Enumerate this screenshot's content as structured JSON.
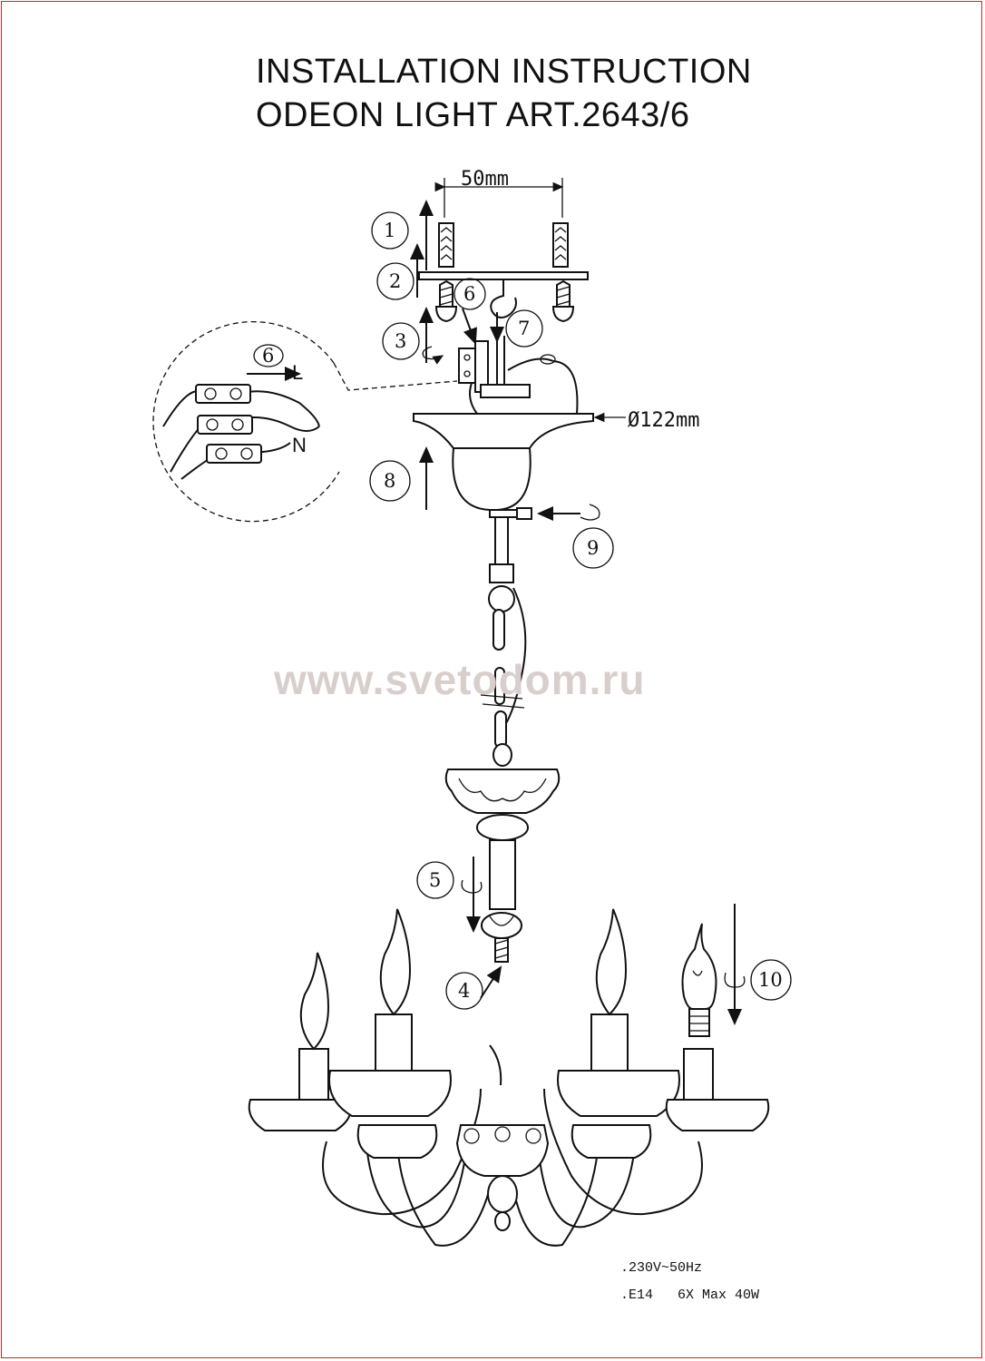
{
  "title": {
    "line1": "INSTALLATION INSTRUCTION",
    "line2": "ODEON LIGHT ART.2643/6"
  },
  "dimensions": {
    "mount_spacing": "50mm",
    "canopy_diameter": "Ø122mm"
  },
  "steps": [
    "1",
    "2",
    "3",
    "4",
    "5",
    "6",
    "7",
    "8",
    "9",
    "10"
  ],
  "wiring": {
    "step": "6",
    "live_label": "L",
    "neutral_label": "N"
  },
  "watermark": "www.svetodom.ru",
  "specs": {
    "voltage": ".230V~50Hz",
    "bulbs": ".E14   6X Max 40W"
  }
}
